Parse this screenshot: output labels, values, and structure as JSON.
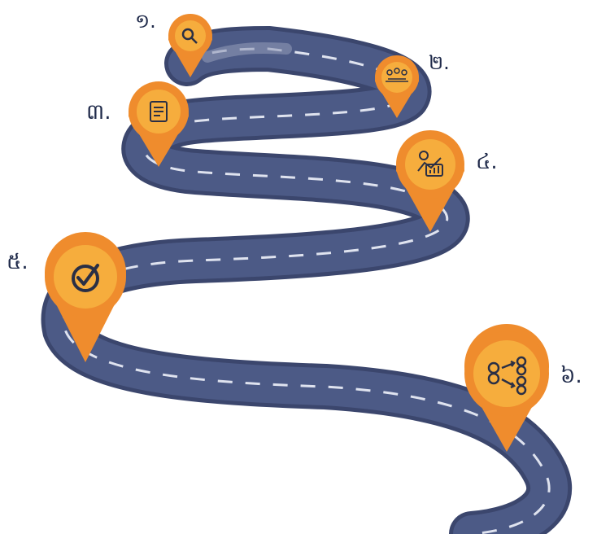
{
  "colors": {
    "road": "#4c5a86",
    "road_edge": "#3b466d",
    "lane_dash": "#dfe3ef",
    "pin_outer": "#ef8c2d",
    "pin_inner": "#f6ad3d",
    "icon_stroke": "#2a2f45"
  },
  "steps": [
    {
      "label": "៦.",
      "icon": "users-network-icon"
    },
    {
      "label": "៥.",
      "icon": "check-circle-icon"
    },
    {
      "label": "៤.",
      "icon": "chart-analysis-icon"
    },
    {
      "label": "៣.",
      "icon": "document-clipboard-icon"
    },
    {
      "label": "២.",
      "icon": "team-meeting-icon"
    },
    {
      "label": "១.",
      "icon": "search-magnifier-icon"
    }
  ]
}
